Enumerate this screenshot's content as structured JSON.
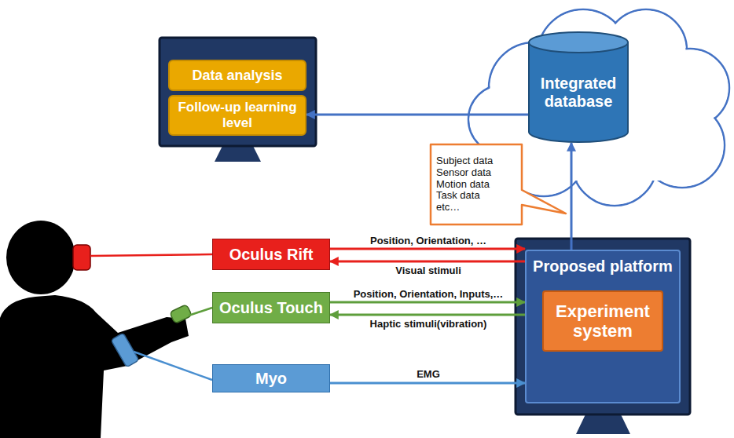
{
  "diagram": {
    "nodes": [
      {
        "text": [
          "Data analysis"
        ]
      },
      {
        "text": [
          "Follow-up learning level"
        ]
      },
      {
        "text": [
          "Integrated database"
        ]
      },
      {
        "text": [
          "Subject data",
          "Sensor data",
          "Motion data",
          "Task data",
          "etc…"
        ]
      },
      {
        "text": [
          "Oculus Rift"
        ]
      },
      {
        "text": [
          "Proposed platform"
        ]
      },
      {
        "text": [
          "Experiment system"
        ],
        "in": 5
      },
      {
        "text": [
          "Oculus Touch"
        ]
      },
      {
        "text": [
          "Myo"
        ]
      }
    ],
    "edges": [
      {
        "from": 2,
        "to": 1,
        "arrow": "to"
      },
      {
        "from": 5,
        "to": 2,
        "arrow": "to"
      },
      {
        "from": 4,
        "to": 5,
        "label": "Position, Orientation, …",
        "arrow": "to"
      },
      {
        "from": 5,
        "to": 4,
        "label": "Visual stimuli",
        "arrow": "to"
      },
      {
        "from": 7,
        "to": 5,
        "label": "Position, Orientation, Inputs,…",
        "arrow": "to"
      },
      {
        "from": 5,
        "to": 7,
        "label": "Haptic stimuli(vibration)",
        "arrow": "to"
      },
      {
        "from": 8,
        "to": 5,
        "label": "EMG",
        "arrow": "to"
      }
    ]
  }
}
